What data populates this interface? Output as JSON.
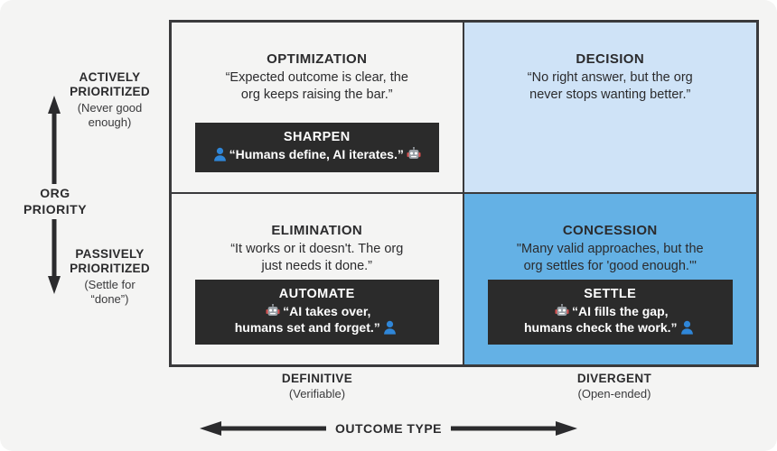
{
  "colors": {
    "background": "#f4f4f3",
    "frame": "#3a3a3c",
    "quadrant_neutral": "#f4f4f3",
    "quadrant_light_blue": "#cfe3f7",
    "quadrant_blue": "#64b1e5",
    "banner_dark": "#2b2b2b",
    "text_dark": "#2b2b2d",
    "icon_blue": "#2f86d8",
    "robot_grey": "#9aa0a6",
    "robot_red": "#d94f4f"
  },
  "y_axis": {
    "name": "ORG\nPRIORITY",
    "name_line1": "ORG",
    "name_line2": "PRIORITY",
    "top": {
      "caption_line1": "ACTIVELY",
      "caption_line2": "PRIORITIZED",
      "sub_line1": "(Never good",
      "sub_line2": "enough)"
    },
    "bottom": {
      "caption_line1": "PASSIVELY",
      "caption_line2": "PRIORITIZED",
      "sub_line1": "(Settle for",
      "sub_line2": "“done”)"
    }
  },
  "x_axis": {
    "name": "OUTCOME TYPE",
    "left": {
      "caption": "DEFINITIVE",
      "sub": "(Verifiable)"
    },
    "right": {
      "caption": "DIVERGENT",
      "sub": "(Open-ended)"
    }
  },
  "quadrants": [
    {
      "key": "optimization",
      "title": "OPTIMIZATION",
      "desc_line1": "“Expected outcome is clear, the",
      "desc_line2": "org keeps raising the bar.”",
      "banner": {
        "title": "SHARPEN",
        "lead_icon": "person-icon",
        "trail_icon": "robot-icon",
        "quote_line1": "“Humans define, AI iterates.”",
        "quote_line2": ""
      }
    },
    {
      "key": "decision",
      "title": "DECISION",
      "desc_line1": "“No right answer, but the org",
      "desc_line2": "never stops wanting better.”",
      "banner": null
    },
    {
      "key": "elimination",
      "title": "ELIMINATION",
      "desc_line1": "“It works or it doesn't. The org",
      "desc_line2": "just needs it done.”",
      "banner": {
        "title": "AUTOMATE",
        "lead_icon": "robot-icon",
        "trail_icon": "person-icon",
        "quote_line1": "“AI takes over,",
        "quote_line2": "humans set and forget.”"
      }
    },
    {
      "key": "concession",
      "title": "CONCESSION",
      "desc_line1": "\"Many valid approaches, but the",
      "desc_line2": "org settles for 'good enough.'\"",
      "banner": {
        "title": "SETTLE",
        "lead_icon": "robot-icon",
        "trail_icon": "person-icon",
        "quote_line1": "“AI fills the gap,",
        "quote_line2": "humans check the work.”"
      }
    }
  ]
}
